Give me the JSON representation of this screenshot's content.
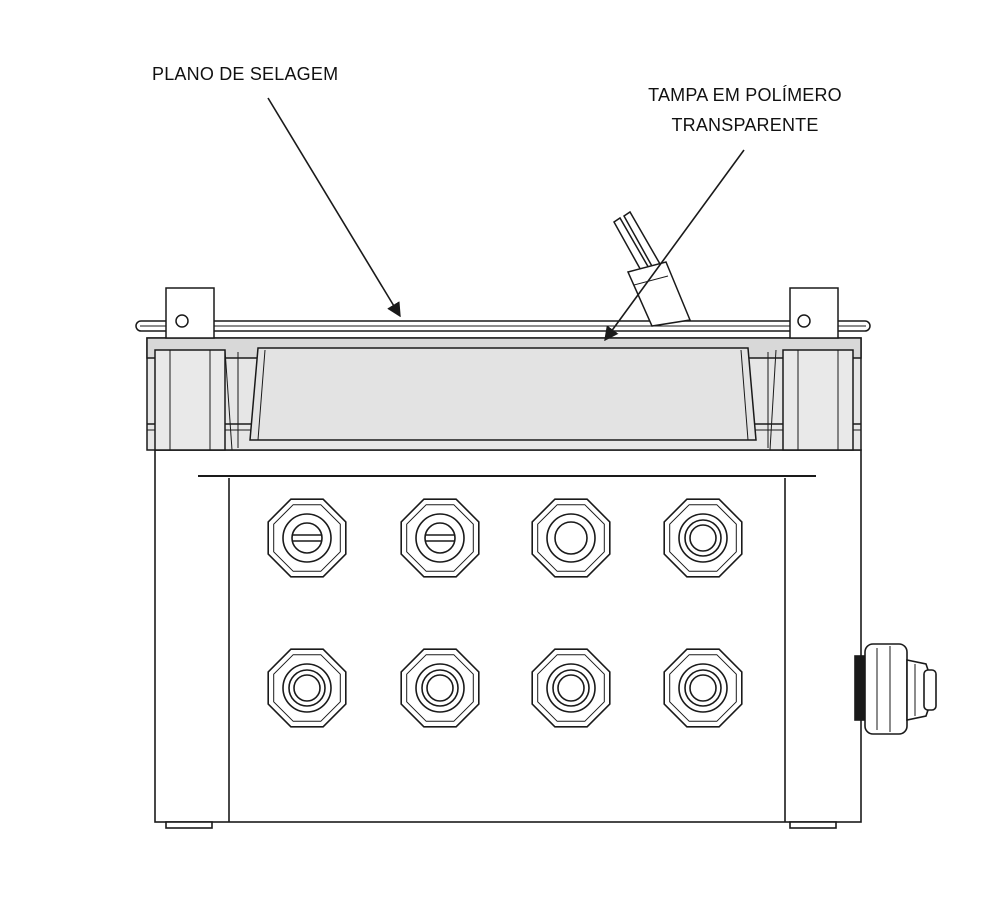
{
  "labels": {
    "sealing_plane": "PLANO DE SELAGEM",
    "cover_line1": "TAMPA EM POLÍMERO",
    "cover_line2": "TRANSPARENTE"
  },
  "colors": {
    "stroke": "#1a1a1a",
    "lid_fill": "#e6e6e6",
    "body_fill": "#ffffff"
  },
  "glands": {
    "rows": 2,
    "columns": 4,
    "top_row_types": [
      "slotted",
      "slotted",
      "open",
      "ringed"
    ],
    "bottom_row_types": [
      "ringed",
      "ringed",
      "ringed",
      "ringed"
    ],
    "side_gland": "cable-gland-right"
  }
}
